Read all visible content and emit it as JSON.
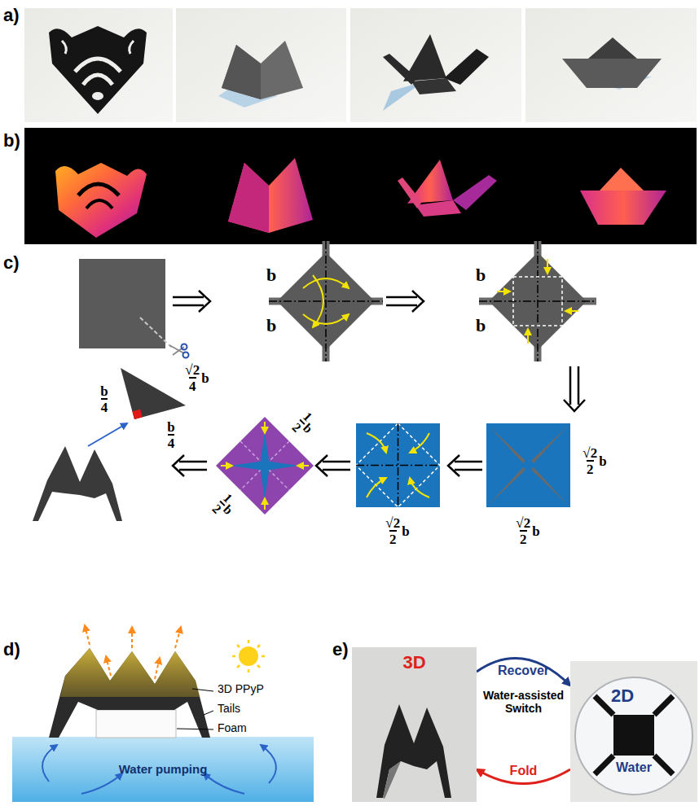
{
  "diagram": {
    "nodes": [
      {
        "text": [
          "3D"
        ]
      },
      {
        "text": [
          "2D",
          "Water"
        ]
      }
    ],
    "edges": [
      {
        "from": 0,
        "to": 1,
        "label": "Recover",
        "arrow": "to"
      },
      {
        "from": 1,
        "to": 0,
        "label": "Fold",
        "arrow": "to"
      }
    ],
    "labels": [
      "a)",
      "b)",
      "c)",
      "b",
      "b",
      "b",
      "b",
      "√2",
      "2",
      "b",
      "√2",
      "2",
      "b",
      "√2",
      "2",
      "b",
      "1",
      "2",
      "b",
      "1",
      "2",
      "b",
      "b",
      "4",
      "√2",
      "4",
      "b",
      "b",
      "4",
      "d)",
      "3D PPyP",
      "Tails",
      "Foam",
      "Water pumping",
      "e)",
      "Water-assisted Switch"
    ]
  }
}
